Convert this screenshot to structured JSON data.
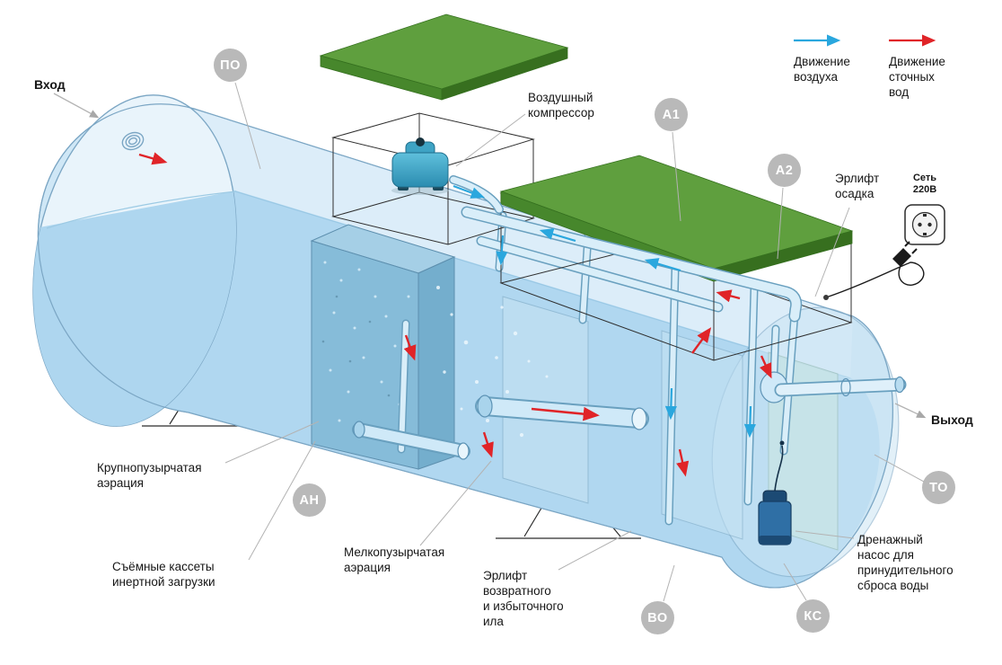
{
  "diagram": {
    "labels": {
      "inlet": "Вход",
      "outlet": "Выход",
      "compressor": "Воздушный\nкомпрессор",
      "sludge_airlift": "Эрлифт\nосадка",
      "power_socket": "Сеть\n220В",
      "coarse_aeration": "Крупнопузырчатая\nаэрация",
      "inert_cassettes": "Съёмные кассеты\nинертной загрузки",
      "fine_aeration": "Мелкопузырчатая\nаэрация",
      "return_sludge_airlift": "Эрлифт\nвозвратного\nи избыточного\nила",
      "drain_pump": "Дренажный\nнасос для\nпринудительного\nсброса воды"
    },
    "badges": [
      {
        "text": "ПО"
      },
      {
        "text": "А1"
      },
      {
        "text": "А2"
      },
      {
        "text": "АН"
      },
      {
        "text": "ТО"
      },
      {
        "text": "ВО"
      },
      {
        "text": "КС"
      }
    ],
    "legend": {
      "air": {
        "label": "Движение\nвоздуха",
        "color": "#2aa7de"
      },
      "wastewater": {
        "label": "Движение\nсточных\nвод",
        "color": "#e02428"
      }
    },
    "colors": {
      "tank_shell": "#cfe7f6",
      "tank_water": "#aed6ef",
      "cover_green": "#5f9f3e",
      "badge_gray": "#b9b9b9"
    }
  }
}
